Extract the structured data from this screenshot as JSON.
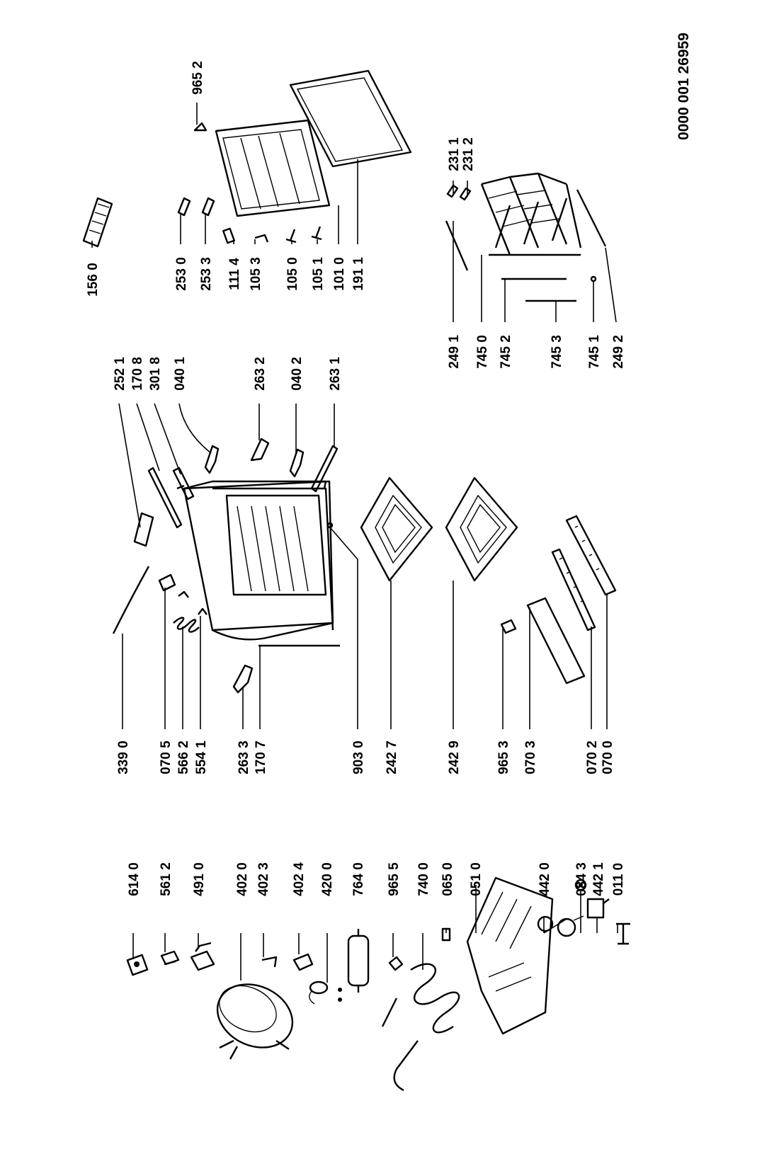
{
  "doc_code": "0000 001 26959",
  "callouts": [
    {
      "id": "l6140",
      "text": "614 0"
    },
    {
      "id": "l5612",
      "text": "561 2"
    },
    {
      "id": "l4910",
      "text": "491 0"
    },
    {
      "id": "l4020",
      "text": "402 0"
    },
    {
      "id": "l4023",
      "text": "402 3"
    },
    {
      "id": "l4024",
      "text": "402 4"
    },
    {
      "id": "l4200",
      "text": "420 0"
    },
    {
      "id": "l7640",
      "text": "764 0"
    },
    {
      "id": "l9655",
      "text": "965 5"
    },
    {
      "id": "l7400",
      "text": "740 0"
    },
    {
      "id": "l0650",
      "text": "065 0"
    },
    {
      "id": "l0510",
      "text": "051 0"
    },
    {
      "id": "l4420",
      "text": "442 0"
    },
    {
      "id": "l0843",
      "text": "084 3"
    },
    {
      "id": "l4421",
      "text": "442 1"
    },
    {
      "id": "l0110",
      "text": "011 0"
    },
    {
      "id": "l3390",
      "text": "339 0"
    },
    {
      "id": "l0705",
      "text": "070 5"
    },
    {
      "id": "l5662",
      "text": "566 2"
    },
    {
      "id": "l5541",
      "text": "554 1"
    },
    {
      "id": "l2633",
      "text": "263 3"
    },
    {
      "id": "l1707",
      "text": "170 7"
    },
    {
      "id": "l9030",
      "text": "903 0"
    },
    {
      "id": "l2427",
      "text": "242 7"
    },
    {
      "id": "l2429",
      "text": "242 9"
    },
    {
      "id": "l9653",
      "text": "965 3"
    },
    {
      "id": "l0703",
      "text": "070 3"
    },
    {
      "id": "l0702",
      "text": "070 2"
    },
    {
      "id": "l0700",
      "text": "070 0"
    },
    {
      "id": "l2521",
      "text": "252 1"
    },
    {
      "id": "l1708",
      "text": "170 8"
    },
    {
      "id": "l3018",
      "text": "301 8"
    },
    {
      "id": "l0401",
      "text": "040 1"
    },
    {
      "id": "l2632",
      "text": "263 2"
    },
    {
      "id": "l0402",
      "text": "040 2"
    },
    {
      "id": "l2631",
      "text": "263 1"
    },
    {
      "id": "l2491",
      "text": "249 1"
    },
    {
      "id": "l7450",
      "text": "745 0"
    },
    {
      "id": "l7452",
      "text": "745 2"
    },
    {
      "id": "l7453",
      "text": "745 3"
    },
    {
      "id": "l7451",
      "text": "745 1"
    },
    {
      "id": "l2492",
      "text": "249 2"
    },
    {
      "id": "l1560",
      "text": "156 0"
    },
    {
      "id": "l2530",
      "text": "253 0"
    },
    {
      "id": "l2533",
      "text": "253 3"
    },
    {
      "id": "l1114",
      "text": "111 4"
    },
    {
      "id": "l1053",
      "text": "105 3"
    },
    {
      "id": "l1050",
      "text": "105 0"
    },
    {
      "id": "l1051",
      "text": "105 1"
    },
    {
      "id": "l1010",
      "text": "101 0"
    },
    {
      "id": "l1911",
      "text": "191 1"
    },
    {
      "id": "l9652",
      "text": "965 2"
    },
    {
      "id": "l2311",
      "text": "231 1"
    },
    {
      "id": "l2312",
      "text": "231 2"
    }
  ]
}
